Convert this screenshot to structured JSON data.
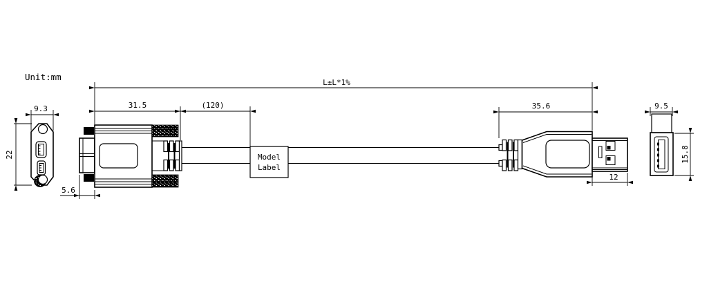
{
  "unit_note": "Unit:mm",
  "dimensions": {
    "overall_length": "L±L*1%",
    "micro_face_width": "9.3",
    "micro_face_height": "22",
    "micro_tip_length": "5.6",
    "micro_body_length": "31.5",
    "label_position": "(120)",
    "usba_body_length": "35.6",
    "usba_shell_length": "12",
    "usba_face_width": "9.5",
    "usba_face_height": "15.8"
  },
  "model_label": {
    "line1": "Model",
    "line2": "Label"
  },
  "colors": {
    "line": "#000000",
    "background": "#ffffff"
  }
}
